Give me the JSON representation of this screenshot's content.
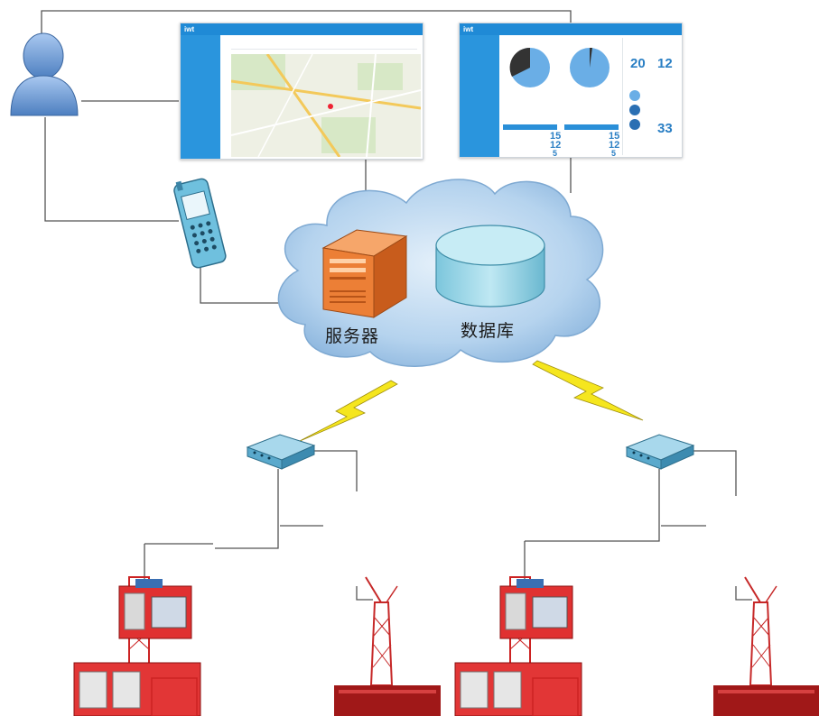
{
  "labels": {
    "server": "服务器",
    "database": "数据库"
  },
  "dashboard_left": {
    "logo": "iwt"
  },
  "dashboard_right": {
    "logo": "iwt",
    "stat_a": "20",
    "stat_b": "12",
    "stat_c": "33",
    "stat_d": "15",
    "stat_e": "12",
    "stat_f": "5",
    "stat_g": "15",
    "stat_h": "12",
    "stat_i": "5"
  },
  "colors": {
    "line": "#555555",
    "cloud_fill": "#a9cbe8",
    "server": "#e8772e",
    "database": "#8fd0e0",
    "bolt": "#f5e61e",
    "crane": "#d42a2a",
    "router": "#6fb8d8",
    "user": "#6d9fd6",
    "phone": "#62b8d8"
  },
  "icons": [
    "user-icon",
    "mobile-phone-icon",
    "server-icon",
    "database-icon",
    "router-icon",
    "lightning-icon",
    "construction-hoist-icon",
    "tower-crane-icon"
  ]
}
